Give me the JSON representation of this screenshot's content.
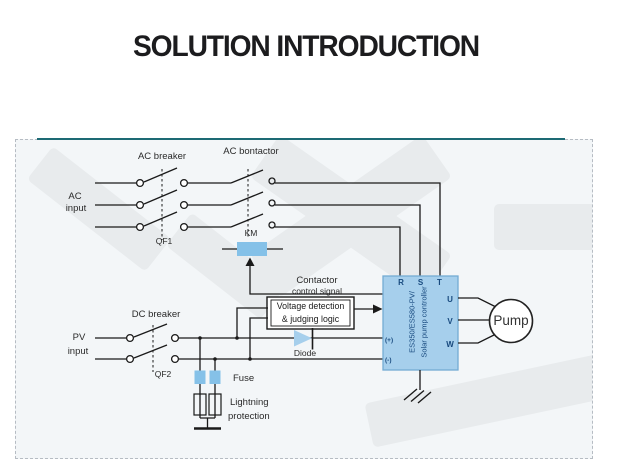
{
  "title": "SOLUTION INTRODUCTION",
  "panel": {
    "labels": {
      "ac_input": [
        "AC",
        "input"
      ],
      "ac_breaker": "AC breaker",
      "ac_contactor": "AC bontactor",
      "qf1": "QF1",
      "km": "KM",
      "contactor_signal": [
        "Contactor",
        "control signal"
      ],
      "voltage_logic": [
        "Voltage detection",
        "& judging logic"
      ],
      "dc_breaker": "DC breaker",
      "pv_input": [
        "PV",
        "input"
      ],
      "qf2": "QF2",
      "fuse": "Fuse",
      "lightning": [
        "Lightning",
        "protection"
      ],
      "diode": "Diode",
      "pump": "Pump"
    },
    "controller": {
      "top_terminals": [
        "R",
        "S",
        "T"
      ],
      "right_terminals": [
        "U",
        "V",
        "W"
      ],
      "dc_terminals": [
        "(+)",
        "(-)"
      ],
      "name": [
        "ES350/ES580-PV/",
        "Solar pump controller"
      ]
    },
    "colors": {
      "component_blue": "#85c1e8",
      "controller_fill": "#a6cfec",
      "controller_border": "#74abd4",
      "navy_text": "#17497e",
      "teal_accent": "#1d6a74",
      "wire": "#1a1a1a"
    }
  }
}
